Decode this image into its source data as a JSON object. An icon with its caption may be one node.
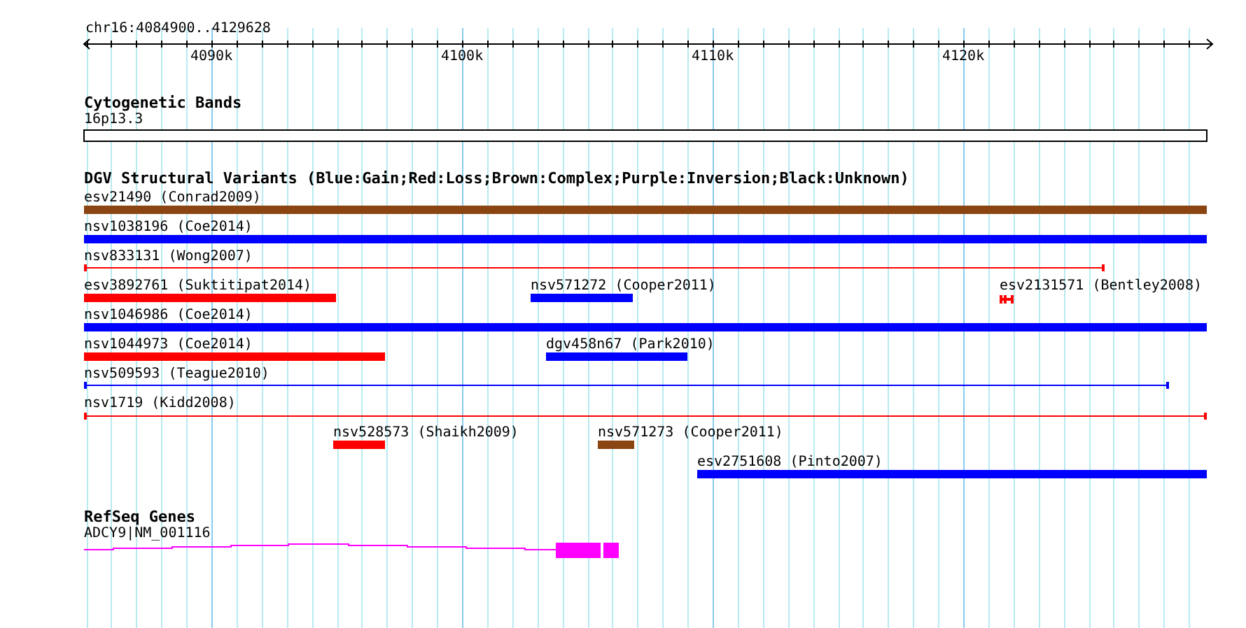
{
  "diagram": {
    "title": "chr16:4084900..4129628",
    "nodes": [
      {
        "text": [
          "16p13.3"
        ]
      },
      {
        "text": [
          "esv21490 (Conrad2009)"
        ]
      },
      {
        "text": [
          "nsv1038196 (Coe2014)"
        ]
      },
      {
        "text": [
          "nsv833131 (Wong2007)"
        ]
      },
      {
        "text": [
          "esv3892761 (Suktitipat2014)"
        ]
      },
      {
        "text": [
          "nsv571272 (Cooper2011)"
        ]
      },
      {
        "text": [
          "esv2131571 (Bentley2008)"
        ]
      },
      {
        "text": [
          "nsv1046986 (Coe2014)"
        ]
      },
      {
        "text": [
          "nsv1044973 (Coe2014)"
        ]
      },
      {
        "text": [
          "dgv458n67 (Park2010)"
        ]
      },
      {
        "text": [
          "nsv509593 (Teague2010)"
        ]
      },
      {
        "text": [
          "nsv1719 (Kidd2008)"
        ]
      },
      {
        "text": [
          "nsv528573 (Shaikh2009)"
        ]
      },
      {
        "text": [
          "nsv571273 (Cooper2011)"
        ]
      },
      {
        "text": [
          "esv2751608 (Pinto2007)"
        ]
      },
      {
        "text": [
          "ADCY9|NM_001116"
        ]
      }
    ],
    "edges": [],
    "labels": [
      "4090k",
      "4100k",
      "4110k",
      "4120k",
      "Cytogenetic Bands",
      "DGV Structural Variants (Blue:Gain;Red:Loss;Brown:Complex;Purple:Inversion;Black:Unknown)",
      "RefSeq Genes"
    ]
  }
}
